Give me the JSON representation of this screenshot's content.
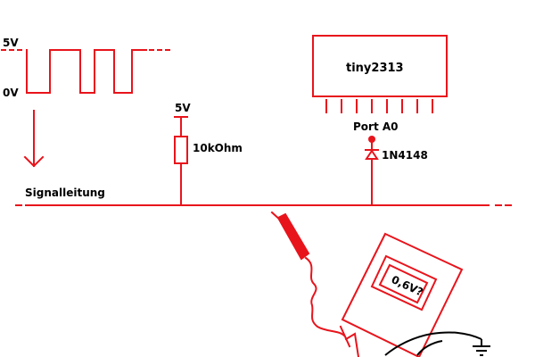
{
  "colors": {
    "wire": "#e8141c",
    "text": "#000000",
    "background": "#ffffff"
  },
  "signal": {
    "high_label": "5V",
    "low_label": "0V"
  },
  "resistor": {
    "supply_label": "5V",
    "value_label": "10kOhm"
  },
  "chip": {
    "name": "tiny2313",
    "port_label": "Port A0"
  },
  "diode": {
    "label": "1N4148"
  },
  "line": {
    "label": "Signalleitung"
  },
  "meter": {
    "reading": "0,6V?"
  },
  "icons": [
    "arrow-down-icon",
    "ground-icon",
    "probe-icon",
    "multimeter-icon",
    "diode-icon",
    "resistor-icon"
  ]
}
